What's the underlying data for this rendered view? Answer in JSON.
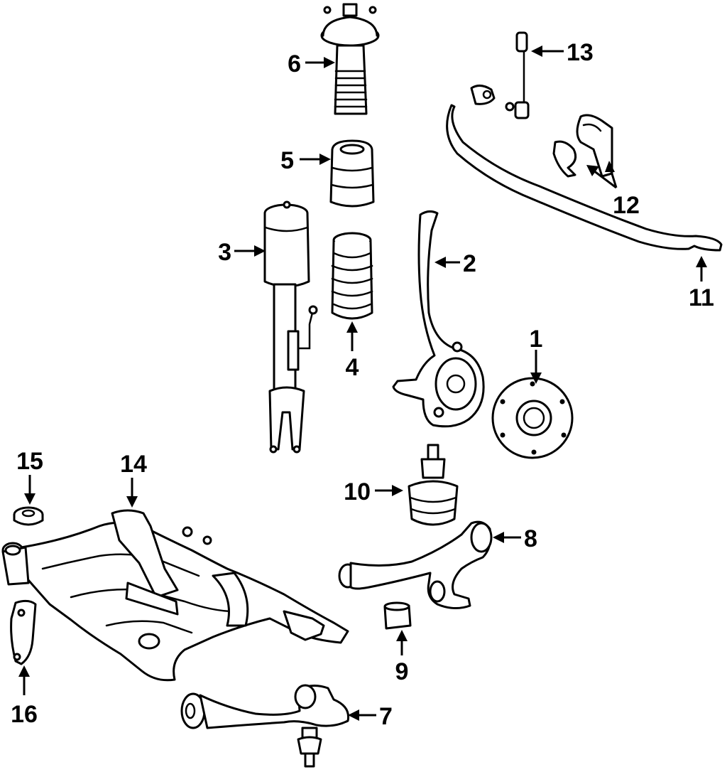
{
  "diagram": {
    "colors": {
      "stroke": "#000000",
      "background": "#ffffff"
    },
    "callouts": [
      {
        "id": "1",
        "label": "1"
      },
      {
        "id": "2",
        "label": "2"
      },
      {
        "id": "3",
        "label": "3"
      },
      {
        "id": "4",
        "label": "4"
      },
      {
        "id": "5",
        "label": "5"
      },
      {
        "id": "6",
        "label": "6"
      },
      {
        "id": "7",
        "label": "7"
      },
      {
        "id": "8",
        "label": "8"
      },
      {
        "id": "9",
        "label": "9"
      },
      {
        "id": "10",
        "label": "10"
      },
      {
        "id": "11",
        "label": "11"
      },
      {
        "id": "12",
        "label": "12"
      },
      {
        "id": "13",
        "label": "13"
      },
      {
        "id": "14",
        "label": "14"
      },
      {
        "id": "15",
        "label": "15"
      },
      {
        "id": "16",
        "label": "16"
      }
    ]
  }
}
